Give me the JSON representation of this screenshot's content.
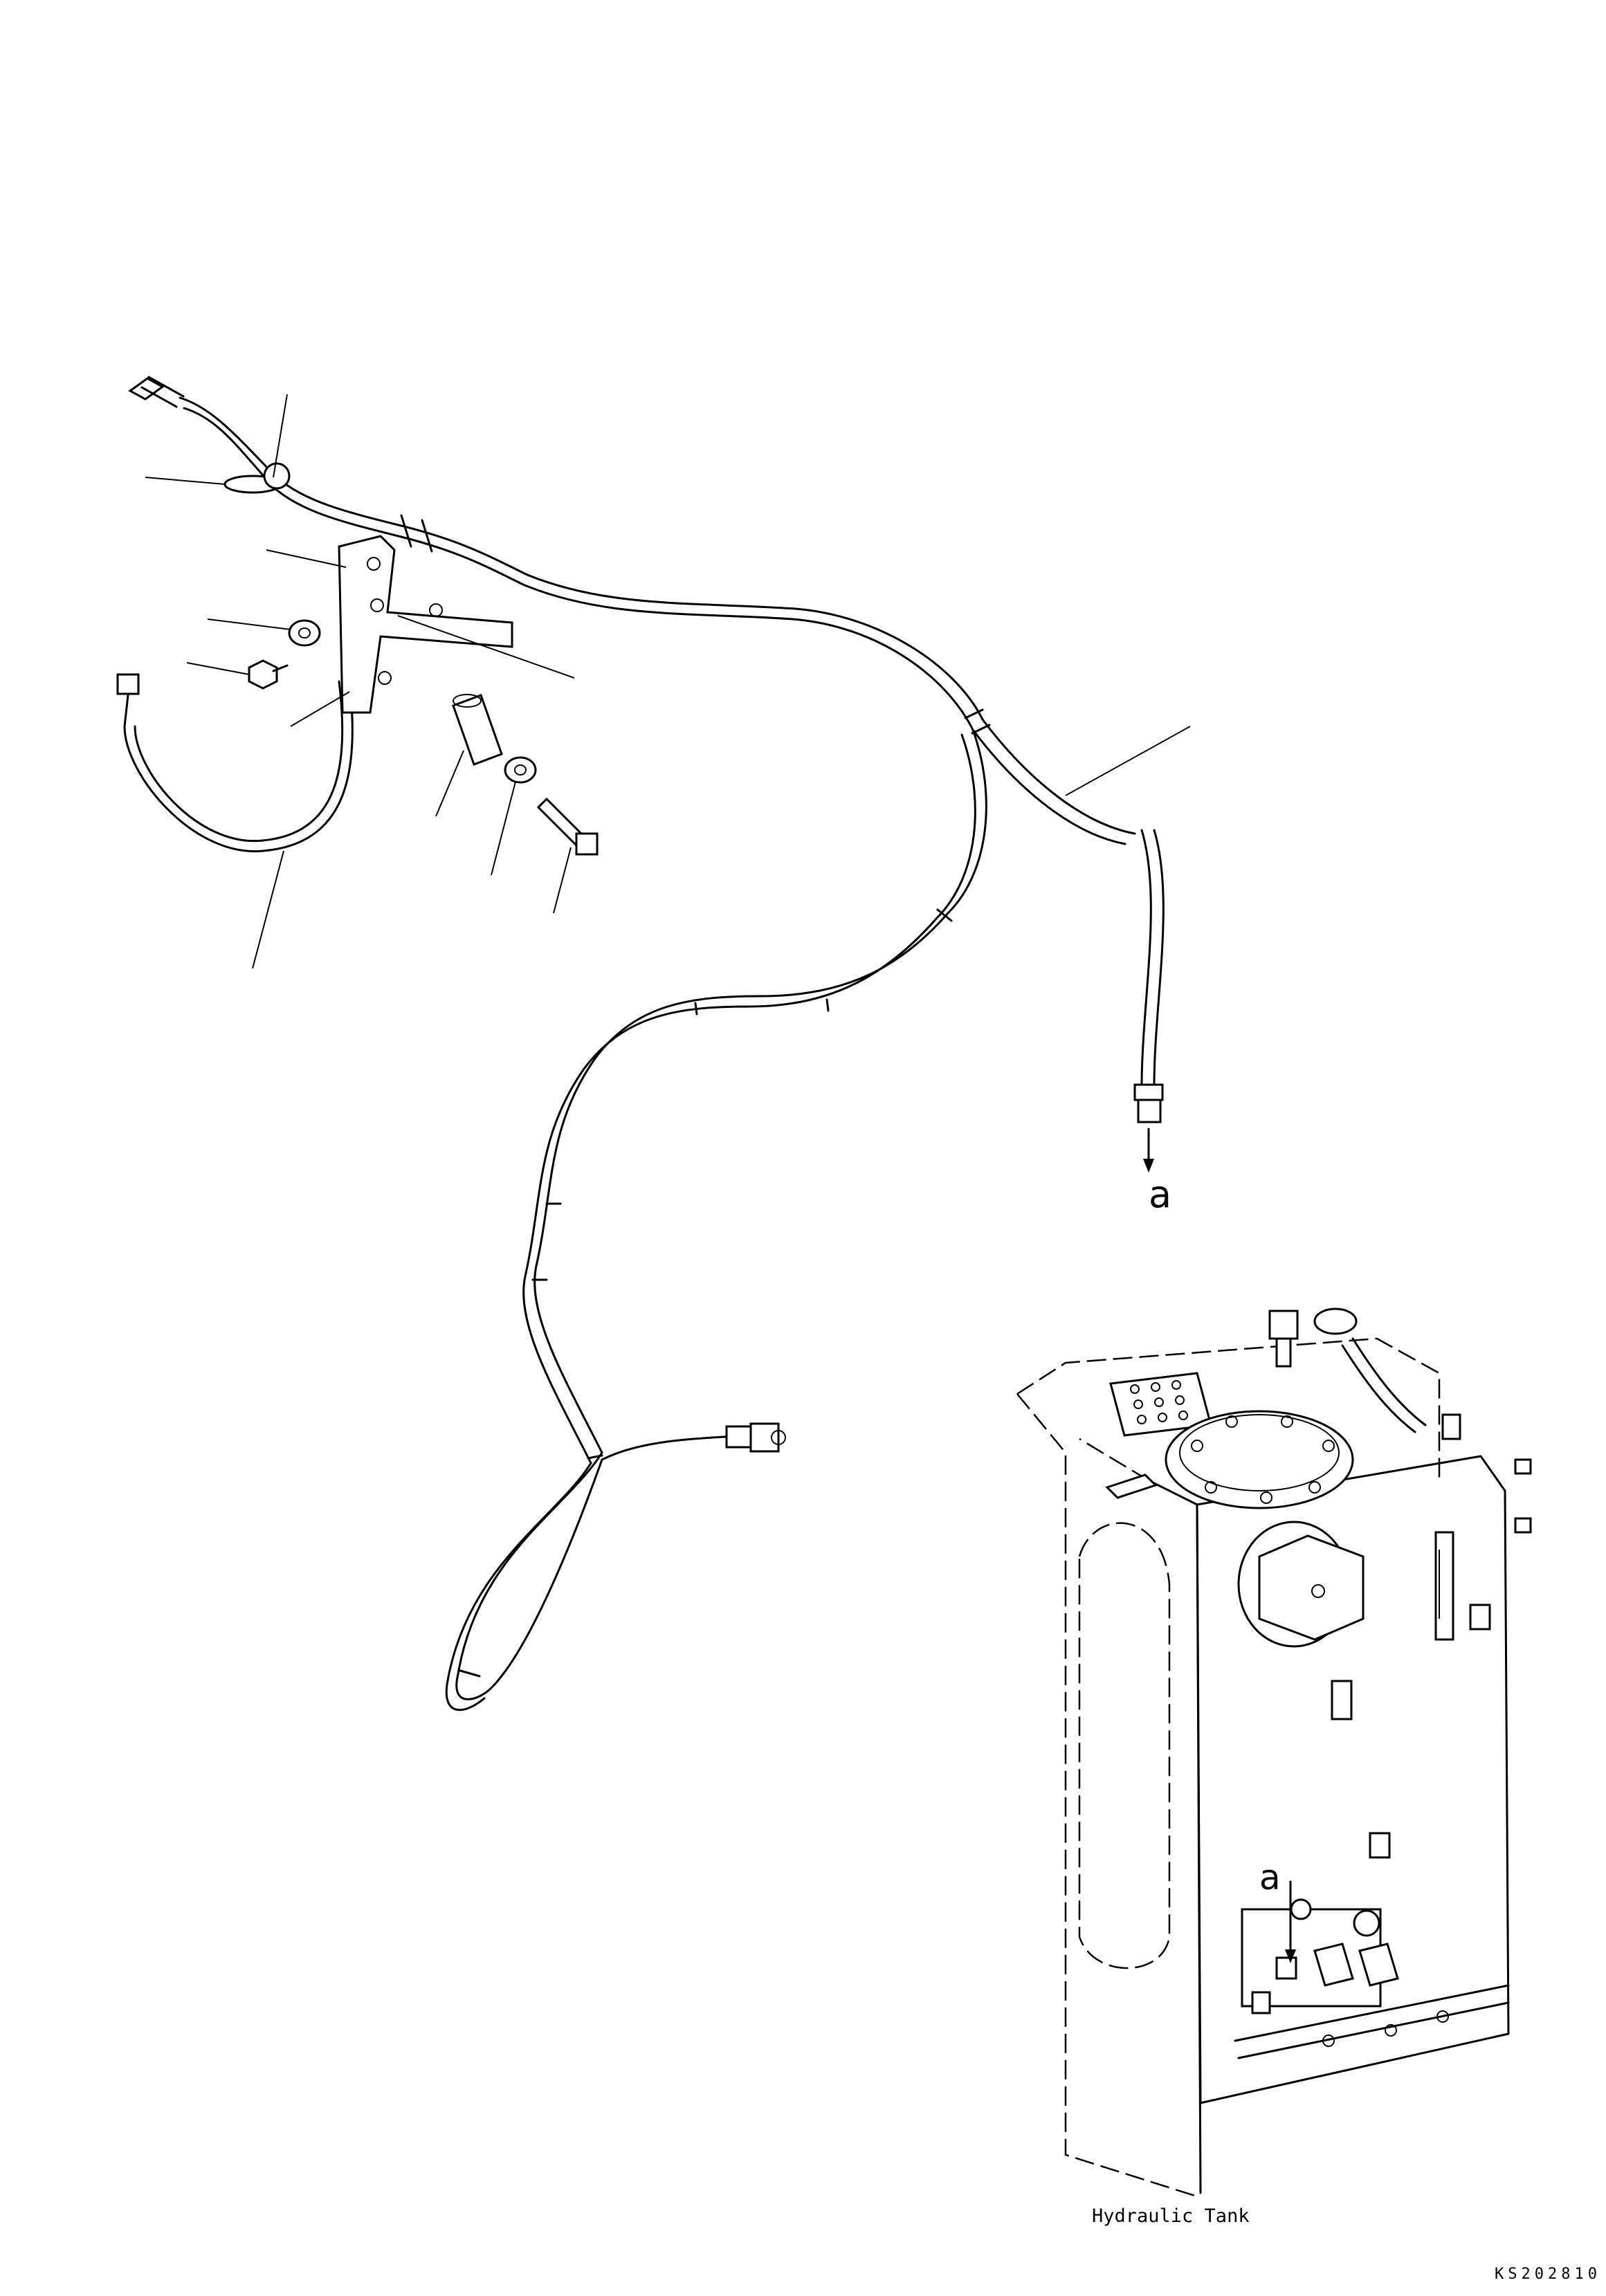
{
  "callouts": {
    "connection_top": "a",
    "connection_tank": "a"
  },
  "caption": "Hydraulic Tank",
  "drawing_code": "KS202810"
}
